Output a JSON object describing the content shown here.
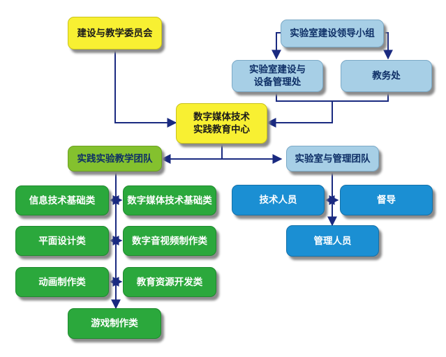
{
  "colors": {
    "line": "#1a2a80",
    "yellow": "#f8f032",
    "light_blue": "#a7cfe6",
    "dark_blue": "#1b8fd3",
    "green": "#2ba83c",
    "lime": "#84c12e"
  },
  "nodes": {
    "committee": "建设与教学委员会",
    "lab_leading_group": "实验室建设领导小组",
    "lab_equipment": "实验室建设与\n设备管理处",
    "academic_affairs": "教务处",
    "center": "数字媒体技术\n实践教育中心",
    "practice_team": "实践实验教学团队",
    "lab_mgmt_team": "实验室与管理团队",
    "info_tech": "信息技术基础类",
    "digital_media_tech": "数字媒体技术基础类",
    "graphic_design": "平面设计类",
    "audio_video": "数字音视频制作类",
    "animation": "动画制作类",
    "edu_resources": "教育资源开发类",
    "game": "游戏制作类",
    "technicians": "技术人员",
    "supervision": "督导",
    "managers": "管理人员"
  }
}
